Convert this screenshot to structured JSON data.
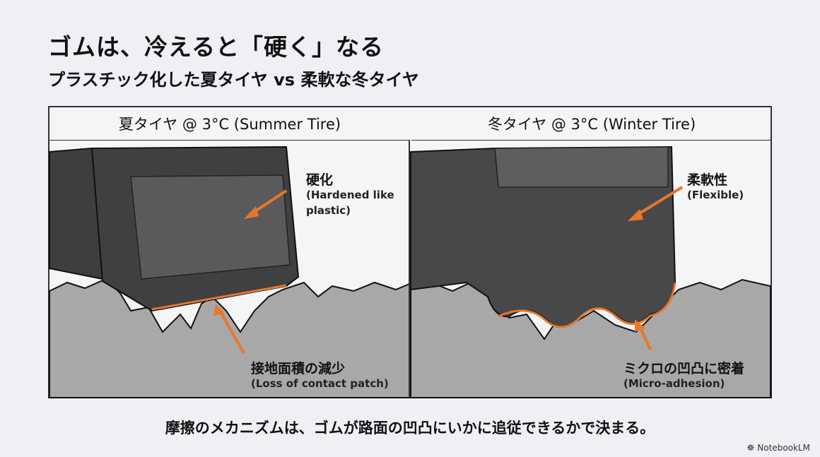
{
  "title": "ゴムは、冷えると「硬く」なる",
  "subtitle": "プラスチック化した夏タイヤ vs 柔軟な冬タイヤ",
  "panels": [
    {
      "header": "夏タイヤ @ 3°C (Summer Tire)",
      "label1": "硬化",
      "label1_en_1": "(Hardened like",
      "label1_en_2": "plastic)",
      "label2": "接地面積の減少",
      "label2_en": "(Loss of contact patch)"
    },
    {
      "header": "冬タイヤ @ 3°C (Winter Tire)",
      "label1": "柔軟性",
      "label1_en": "(Flexible)",
      "label2": "ミクロの凹凸に密着",
      "label2_en": "(Micro-adhesion)"
    }
  ],
  "caption": "摩擦のメカニズムは、ゴムが路面の凹凸にいかに追従できるかで決まる。",
  "brand": "NotebookLM",
  "colors": {
    "accent": "#e8772a",
    "tire": "#4a4a4c",
    "road": "#a8a8a8",
    "background": "#eef0f3"
  }
}
